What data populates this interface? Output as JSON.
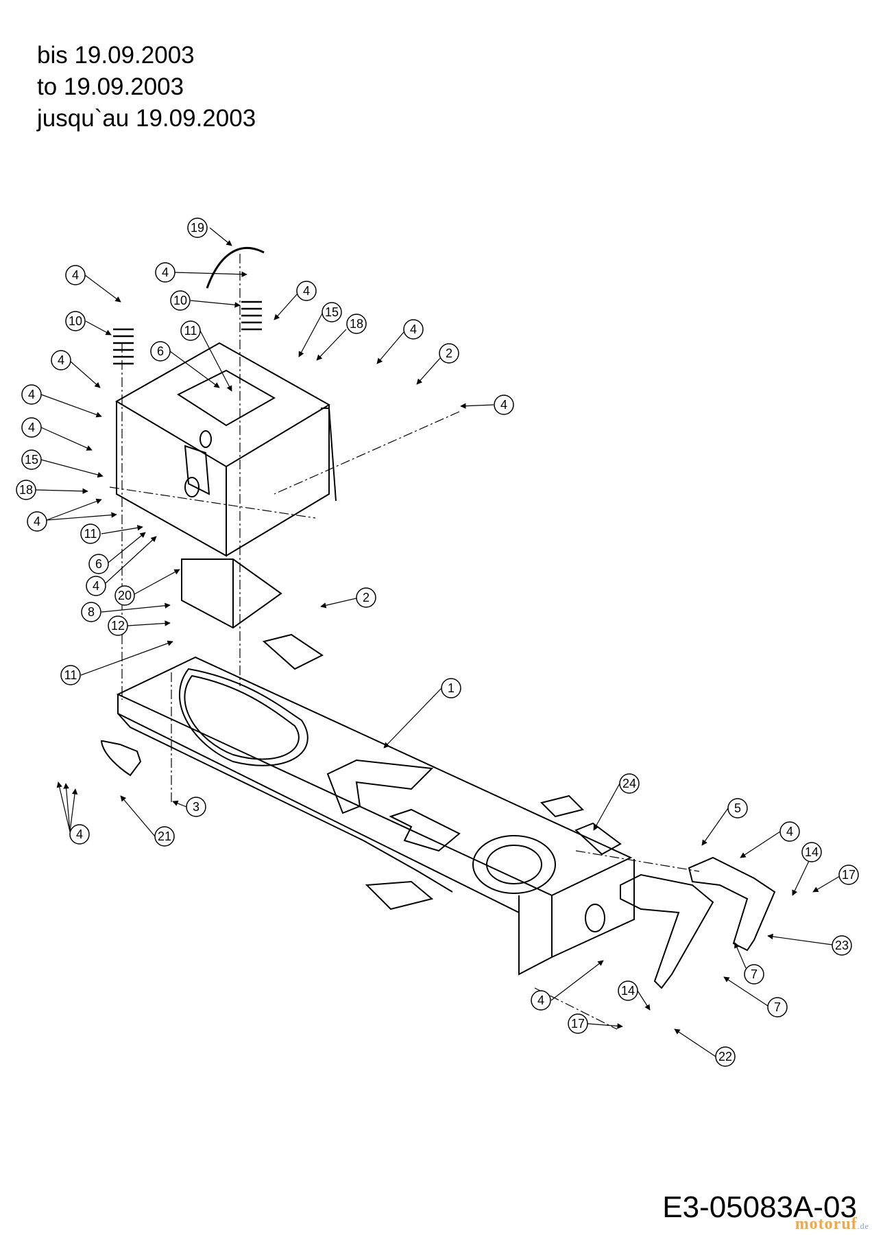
{
  "header": {
    "line_de": "bis 19.09.2003",
    "line_en": "to 19.09.2003",
    "line_fr": "jusqu`au 19.09.2003"
  },
  "drawing_code": "E3-05083A-03",
  "watermark": "motoruf",
  "watermark_suffix": ".de",
  "callouts": [
    {
      "id": "c19",
      "label": "19"
    },
    {
      "id": "c4a",
      "label": "4"
    },
    {
      "id": "c4b",
      "label": "4"
    },
    {
      "id": "c10a",
      "label": "10"
    },
    {
      "id": "c10b",
      "label": "10"
    },
    {
      "id": "c4c",
      "label": "4"
    },
    {
      "id": "c15a",
      "label": "15"
    },
    {
      "id": "c18a",
      "label": "18"
    },
    {
      "id": "c11a",
      "label": "11"
    },
    {
      "id": "c6a",
      "label": "6"
    },
    {
      "id": "c4d",
      "label": "4"
    },
    {
      "id": "c2a",
      "label": "2"
    },
    {
      "id": "c4e",
      "label": "4"
    },
    {
      "id": "c4f",
      "label": "4"
    },
    {
      "id": "c4g",
      "label": "4"
    },
    {
      "id": "c4h",
      "label": "4"
    },
    {
      "id": "c15b",
      "label": "15"
    },
    {
      "id": "c18b",
      "label": "18"
    },
    {
      "id": "c4i",
      "label": "4"
    },
    {
      "id": "c11b",
      "label": "11"
    },
    {
      "id": "c6b",
      "label": "6"
    },
    {
      "id": "c4j",
      "label": "4"
    },
    {
      "id": "c20",
      "label": "20"
    },
    {
      "id": "c8",
      "label": "8"
    },
    {
      "id": "c12",
      "label": "12"
    },
    {
      "id": "c2b",
      "label": "2"
    },
    {
      "id": "c11c",
      "label": "11"
    },
    {
      "id": "c1",
      "label": "1"
    },
    {
      "id": "c3",
      "label": "3"
    },
    {
      "id": "c21",
      "label": "21"
    },
    {
      "id": "c4k",
      "label": "4"
    },
    {
      "id": "c24",
      "label": "24"
    },
    {
      "id": "c5",
      "label": "5"
    },
    {
      "id": "c4l",
      "label": "4"
    },
    {
      "id": "c14a",
      "label": "14"
    },
    {
      "id": "c17a",
      "label": "17"
    },
    {
      "id": "c23",
      "label": "23"
    },
    {
      "id": "c7a",
      "label": "7"
    },
    {
      "id": "c7b",
      "label": "7"
    },
    {
      "id": "c4m",
      "label": "4"
    },
    {
      "id": "c14b",
      "label": "14"
    },
    {
      "id": "c17b",
      "label": "17"
    },
    {
      "id": "c22",
      "label": "22"
    }
  ]
}
